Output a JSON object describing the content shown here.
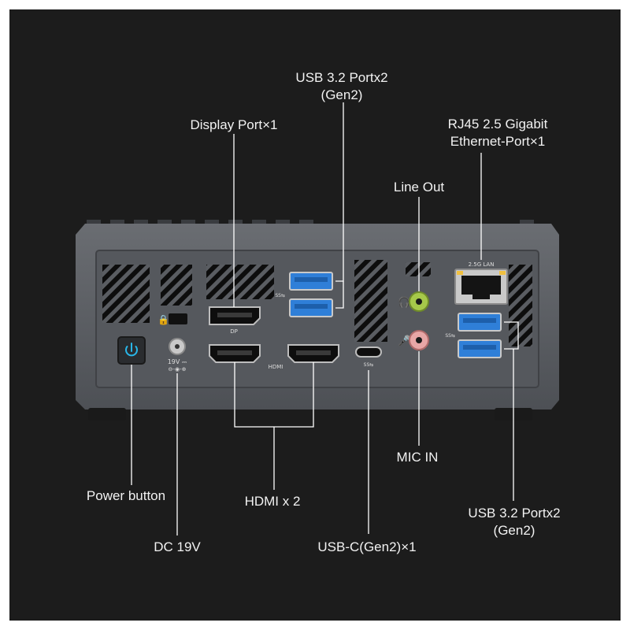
{
  "colors": {
    "background": "#1c1c1c",
    "chassis": "#5a5d62",
    "port_blue": "#2f7fd8",
    "line_out_green": "#a6c84a",
    "mic_in_pink": "#e8a6a6",
    "power_led": "#29b6e8",
    "leader_line": "#ffffff"
  },
  "labels": {
    "usb_top_line1": "USB 3.2 Portx2",
    "usb_top_line2": "(Gen2)",
    "display_port": "Display Port×1",
    "rj45_line1": "RJ45 2.5 Gigabit",
    "rj45_line2": "Ethernet-Port×1",
    "line_out": "Line Out",
    "mic_in": "MIC IN",
    "power_button": "Power button",
    "hdmi": "HDMI x 2",
    "usb_right_line1": "USB 3.2 Portx2",
    "usb_right_line2": "(Gen2)",
    "dc": "DC 19V",
    "usb_c": "USB-C(Gen2)×1"
  },
  "device_print": {
    "dp": "DP",
    "hdmi": "HDMI",
    "lan": "2.5G LAN",
    "dc_voltage": "19V ⎓",
    "usb_c": "SS⇆",
    "usb_ss_left": "SS⇆",
    "usb_ss_right": "SS⇆"
  },
  "icons": {
    "power": "power-icon",
    "lock": "kensington-lock-icon",
    "headphone": "headphone-icon",
    "mic": "microphone-icon"
  }
}
